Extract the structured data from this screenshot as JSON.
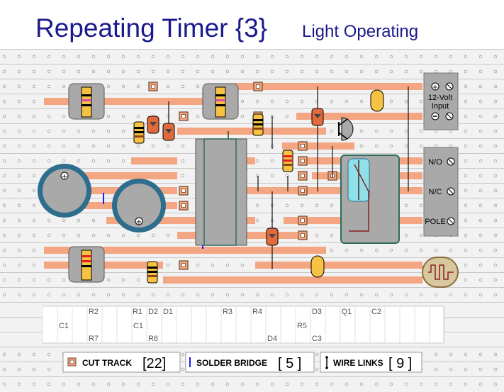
{
  "title": "Repeating Timer {3}",
  "subtitle": "Light Operating",
  "terminals": {
    "power_label_1": "12-Volt",
    "power_label_2": "Input",
    "relay_no": "N/O",
    "relay_nc": "N/C",
    "relay_pole": "POLE"
  },
  "component_labels": {
    "row1": [
      "C1",
      "R2",
      "R1",
      "D2",
      "D1",
      "R3",
      "R4",
      "D3",
      "Q1",
      "C2"
    ],
    "row2": [
      "R7",
      "C1",
      "R6",
      "D4",
      "R5",
      "C3"
    ]
  },
  "legend": {
    "cut_track_label": "CUT TRACK",
    "cut_track_count": "[22]",
    "solder_bridge_label": "SOLDER BRIDGE",
    "solder_bridge_count": "[ 5 ]",
    "wire_links_label": "WIRE LINKS",
    "wire_links_count": "[ 9 ]"
  },
  "colors": {
    "title": "#1a1a8c",
    "copper": "#f4a582",
    "board": "#f2f2f2",
    "ic_body": "#a9a9a9",
    "capacitor_ring": "#2d6d8e",
    "diode_body": "#e06a3c",
    "cap_yellow": "#f5c242",
    "relay_body": "#4fb3b3",
    "ldr_body": "#d8c8a0"
  }
}
